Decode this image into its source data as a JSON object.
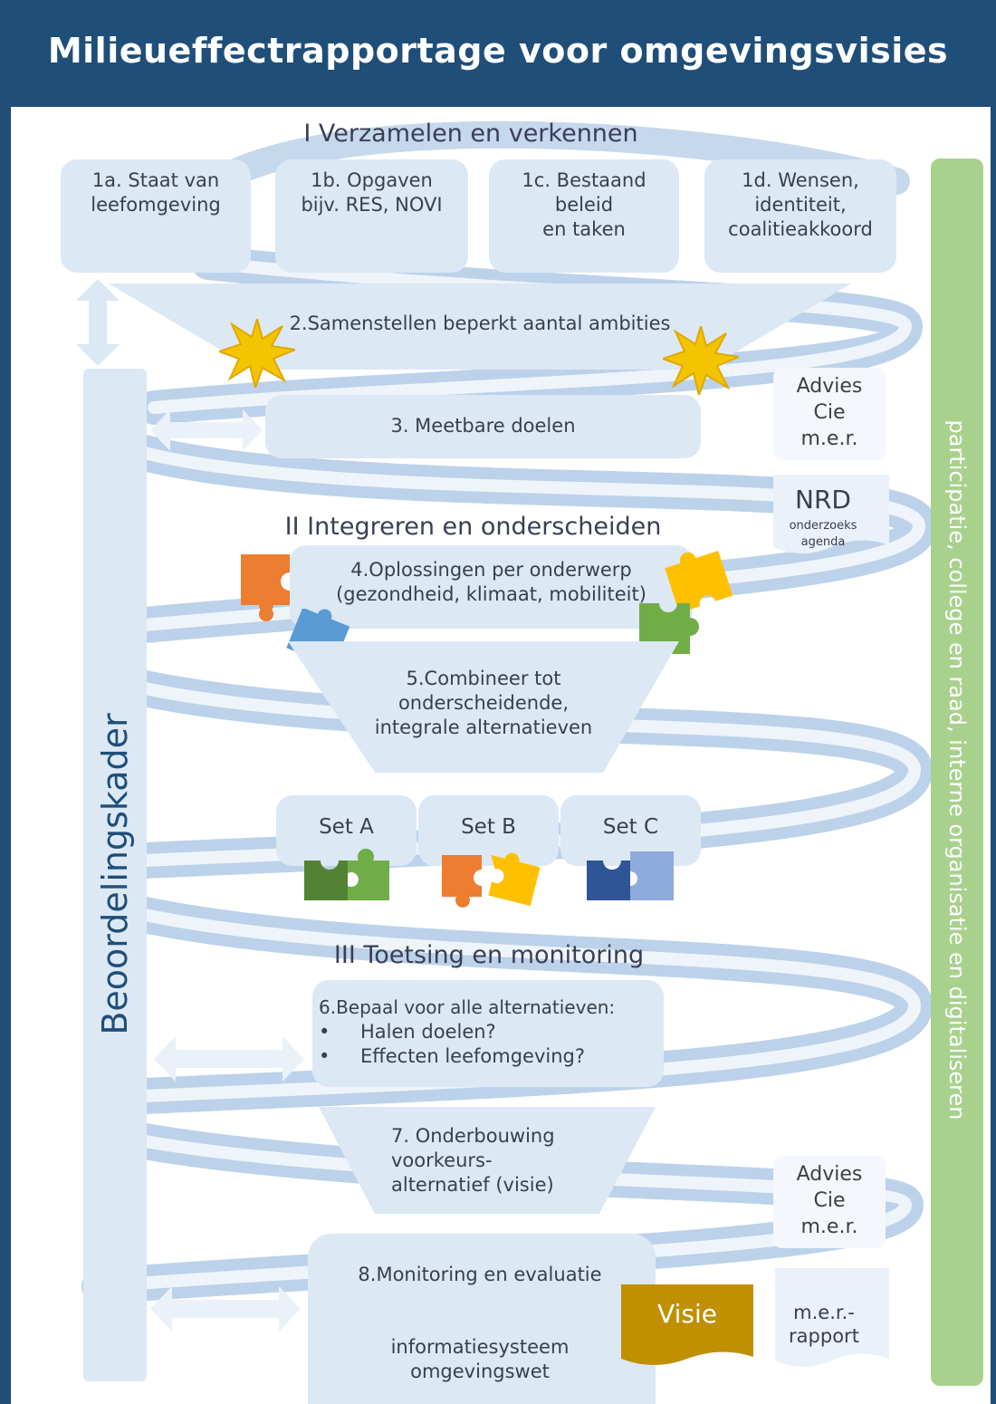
{
  "title": "Milieueffectrapportage voor omgevingsvisies",
  "phases": {
    "phase1": "I Verzamelen en verkennen",
    "phase2": "II Integreren en onderscheiden",
    "phase3": "III Toetsing en monitoring"
  },
  "inputs": {
    "a": [
      "1a. Staat van",
      "leefomgeving"
    ],
    "b": [
      "1b. Opgaven",
      "bijv. RES, NOVI"
    ],
    "c": [
      "1c. Bestaand",
      "beleid",
      "en taken"
    ],
    "d": [
      "1d. Wensen,",
      "identiteit,",
      "coalitieakkoord"
    ]
  },
  "steps": {
    "step2": "2.Samenstellen beperkt aantal ambities",
    "step3": "3. Meetbare doelen",
    "step4": [
      "4.Oplossingen per onderwerp",
      "(gezondheid, klimaat, mobiliteit)"
    ],
    "step5": [
      "5.Combineer tot",
      "onderscheidende,",
      "integrale alternatieven"
    ],
    "step6": {
      "heading": "6.Bepaal voor alle alternatieven:",
      "bullets": [
        "Halen doelen?",
        "Effecten leefomgeving?"
      ],
      "bullet_char": "•"
    },
    "step7": [
      "7. Onderbouwing",
      "voorkeurs-",
      "alternatief (visie)"
    ],
    "step8": {
      "heading": "8.Monitoring en evaluatie",
      "sub": [
        "informatiesysteem",
        "omgevingswet"
      ]
    }
  },
  "sets": [
    "Set A",
    "Set B",
    "Set C"
  ],
  "side": {
    "advies1": [
      "Advies",
      "Cie",
      "m.e.r."
    ],
    "nrd": {
      "title": "NRD",
      "sub": [
        "onderzoeks",
        "agenda"
      ]
    },
    "advies2": [
      "Advies",
      "Cie",
      "m.e.r."
    ],
    "rapport": [
      "m.e.r.-",
      "rapport"
    ],
    "visie": "Visie"
  },
  "vertical": {
    "left": "Beoordelingskader",
    "right": "participatie, college en raad, interne organisatie en digitaliseren"
  },
  "colors": {
    "header": "#1f4e79",
    "box": "#dce8f4",
    "green_bar": "#a9d18e",
    "star": "#f5c400",
    "visie": "#c09000",
    "puzzle_orange": "#ed7d31",
    "puzzle_blue": "#5b9bd5",
    "puzzle_yellow": "#ffc000",
    "puzzle_green": "#70ad47",
    "puzzle_darkgreen": "#548235",
    "puzzle_navy": "#2f5597",
    "puzzle_lightblue": "#8faadc"
  }
}
